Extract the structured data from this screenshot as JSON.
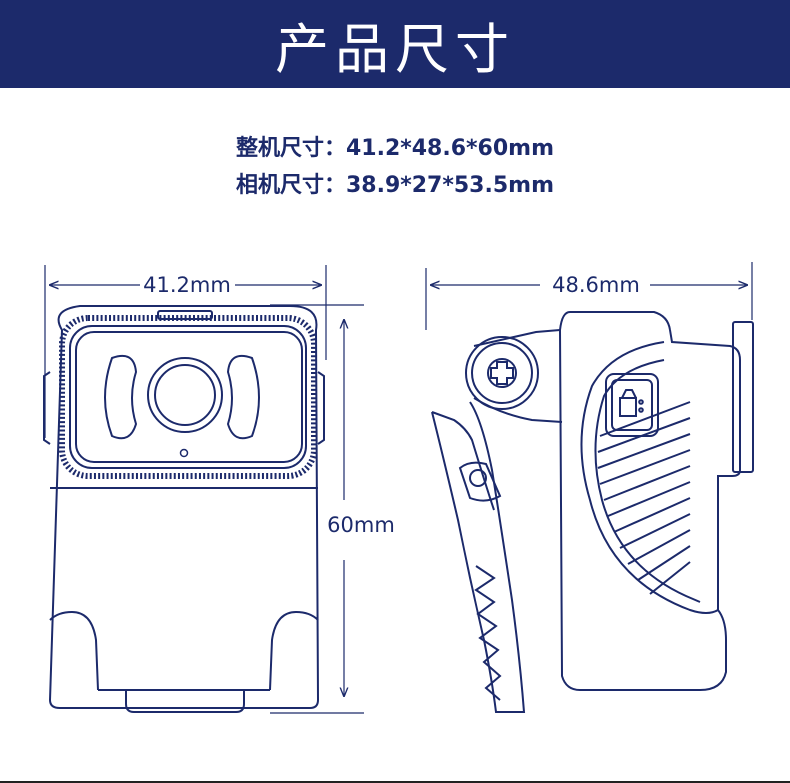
{
  "header": {
    "title": "产品尺寸"
  },
  "specs": {
    "overall": "整机尺寸：41.2*48.6*60mm",
    "camera": "相机尺寸：38.9*27*53.5mm"
  },
  "dimensions": {
    "width": "41.2mm",
    "depth": "48.6mm",
    "height": "60mm"
  },
  "colors": {
    "banner": "#1c2a6b",
    "line": "#1c2a6b"
  },
  "icons": {
    "clip_screw": "plus-screw-icon",
    "mode_button": "camera-button-icon"
  }
}
